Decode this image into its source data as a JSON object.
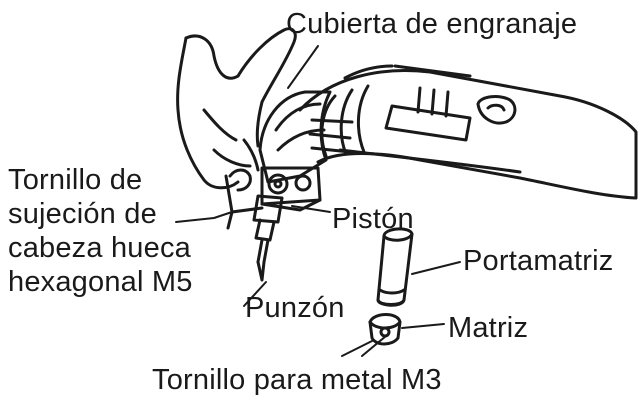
{
  "labels": {
    "gear_cover": "Cubierta de engranaje",
    "hex_screw": [
      "Tornillo de",
      "sujeción de",
      "cabeza hueca",
      "hexagonal M5"
    ],
    "piston": "Pistón",
    "die_holder": "Portamatriz",
    "punch": "Punzón",
    "die": "Matriz",
    "metal_screw": "Tornillo para metal M3"
  },
  "colors": {
    "line": "#1a1a1a",
    "background": "#ffffff"
  }
}
